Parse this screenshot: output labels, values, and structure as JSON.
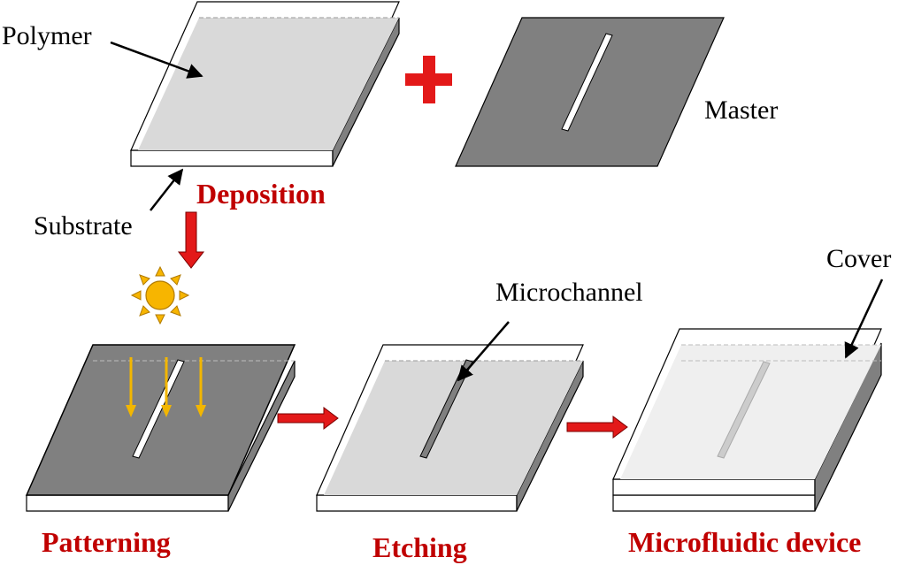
{
  "labels": {
    "polymer": "Polymer",
    "substrate": "Substrate",
    "master": "Master",
    "microchannel": "Microchannel",
    "cover": "Cover"
  },
  "steps": {
    "deposition": "Deposition",
    "patterning": "Patterning",
    "etching": "Etching",
    "microfluidic_device": "Microfluidic device"
  },
  "colors": {
    "step_text": "#c00000",
    "arrow_red": "#e31919",
    "plus_red": "#e31919",
    "polymer_light": "#d9d9d9",
    "mask_dark": "#808080",
    "substrate": "#ffffff",
    "sun": "#f7b500",
    "light_ray": "#f2b600"
  },
  "icons": {
    "sun": "sun-icon",
    "plus": "plus-icon",
    "process_arrow": "arrow-right-icon"
  }
}
